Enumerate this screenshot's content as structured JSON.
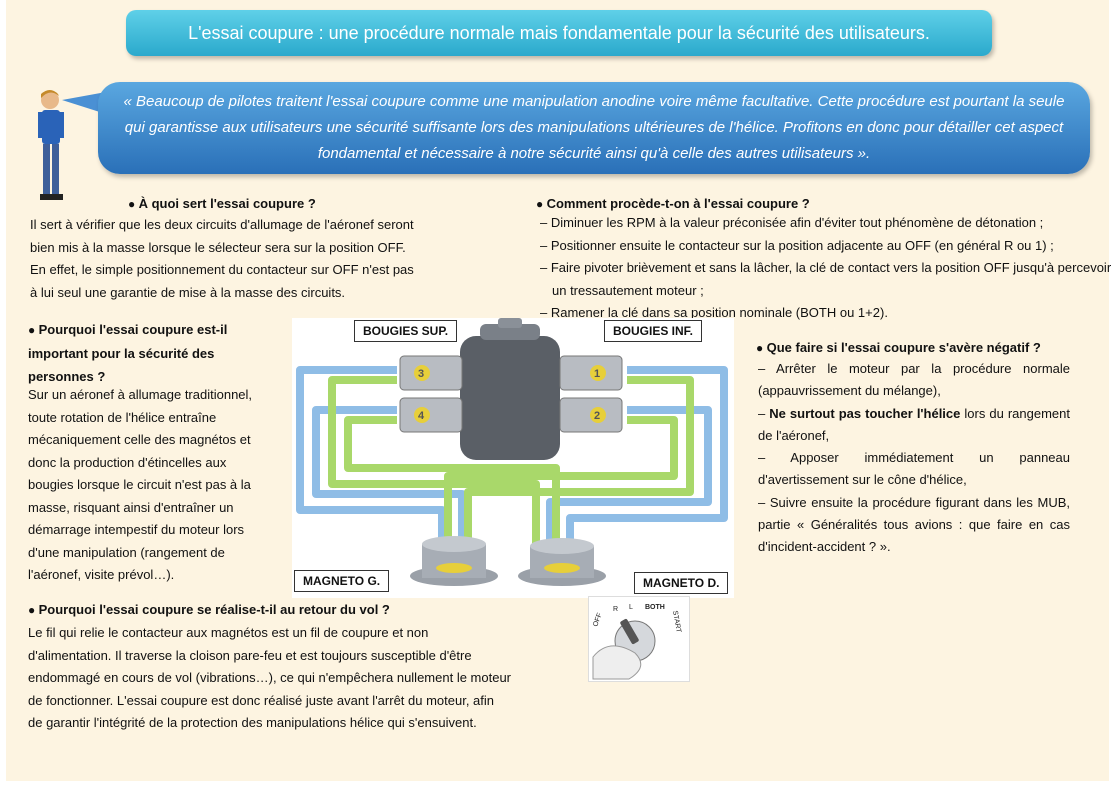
{
  "title": "L'essai coupure : une procédure normale mais fondamentale pour la sécurité des utilisateurs.",
  "quote": "« Beaucoup de pilotes traitent l'essai coupure comme une manipulation anodine voire même facultative. Cette procédure est pourtant la seule qui garantisse aux utilisateurs une sécurité suffisante lors des manipulations ultérieures de l'hélice. Profitons en donc pour détailler cet aspect fondamental et nécessaire à notre sécurité ainsi qu'à celle des autres utilisateurs ».",
  "s1": {
    "title": "À quoi sert l'essai coupure ?",
    "lines": [
      "Il sert à vérifier que les deux circuits d'allumage de l'aéronef seront",
      "bien mis à la masse lorsque le sélecteur sera sur la position OFF.",
      "En effet, le simple positionnement du contacteur sur OFF n'est pas",
      "à lui seul une garantie de mise à la masse des circuits."
    ]
  },
  "s2": {
    "title_lines": [
      "Pourquoi l'essai coupure est-il",
      "important pour la sécurité des",
      "personnes ?"
    ],
    "lines": [
      "Sur un aéronef à allumage traditionnel,",
      "toute rotation de l'hélice entraîne",
      "mécaniquement celle des magnétos et",
      "donc la production d'étincelles aux",
      "bougies lorsque le circuit n'est pas à la",
      "masse, risquant ainsi d'entraîner un",
      "démarrage intempestif du moteur lors",
      "d'une manipulation (rangement de",
      "l'aéronef, visite prévol…)."
    ]
  },
  "s3": {
    "title": "Pourquoi l'essai coupure se réalise-t-il au retour du vol ?",
    "lines": [
      "Le fil qui relie le contacteur aux magnétos est un fil de coupure et non",
      "d'alimentation. Il traverse la cloison pare-feu et est toujours susceptible d'être",
      "endommagé en cours de vol (vibrations…), ce qui n'empêchera nullement le moteur",
      "de fonctionner. L'essai coupure est donc réalisé juste avant l'arrêt du moteur, afin",
      "de garantir l'intégrité de la protection des manipulations hélice qui s'ensuivent."
    ]
  },
  "s4": {
    "title": "Comment procède-t-on à l'essai coupure ?",
    "items": [
      "– Diminuer les RPM à la valeur préconisée afin d'éviter tout phénomène de détonation ;",
      "– Positionner ensuite le contacteur sur la position adjacente au OFF (en général R ou 1) ;",
      "– Faire pivoter brièvement et sans la lâcher, la clé de contact vers la position OFF jusqu'à percevoir un tressautement moteur ;",
      "– Ramener la clé dans sa position nominale (BOTH ou 1+2)."
    ]
  },
  "s5": {
    "title": "Que faire si l'essai coupure s'avère négatif ?",
    "item1": "– Arrêter le moteur par la procédure normale (appauvrissement du mélange),",
    "item2_pre": "– ",
    "item2_bold": "Ne surtout pas toucher l'hélice",
    "item2_post": " lors du rangement de l'aéronef,",
    "item3": "– Apposer immédiatement un panneau d'avertissement sur le cône d'hélice,",
    "item4": "– Suivre ensuite la procédure figurant dans les MUB, partie « Généralités tous avions : que faire en cas d'incident-accident ? »."
  },
  "diagram": {
    "label_top_left": "BOUGIES SUP.",
    "label_top_right": "BOUGIES INF.",
    "label_bottom_left": "MAGNETO G.",
    "label_bottom_right": "MAGNETO D.",
    "cyl_labels": [
      "3",
      "1",
      "4",
      "2"
    ]
  },
  "key": {
    "positions": [
      "OFF",
      "R",
      "L",
      "BOTH",
      "START"
    ]
  },
  "colors": {
    "title_bg": "#2aa9cc",
    "bubble_bg": "#2a70b8",
    "page_bg": "#fdf4e1",
    "wire_blue": "#8fbde6",
    "wire_green": "#a9d86a"
  }
}
